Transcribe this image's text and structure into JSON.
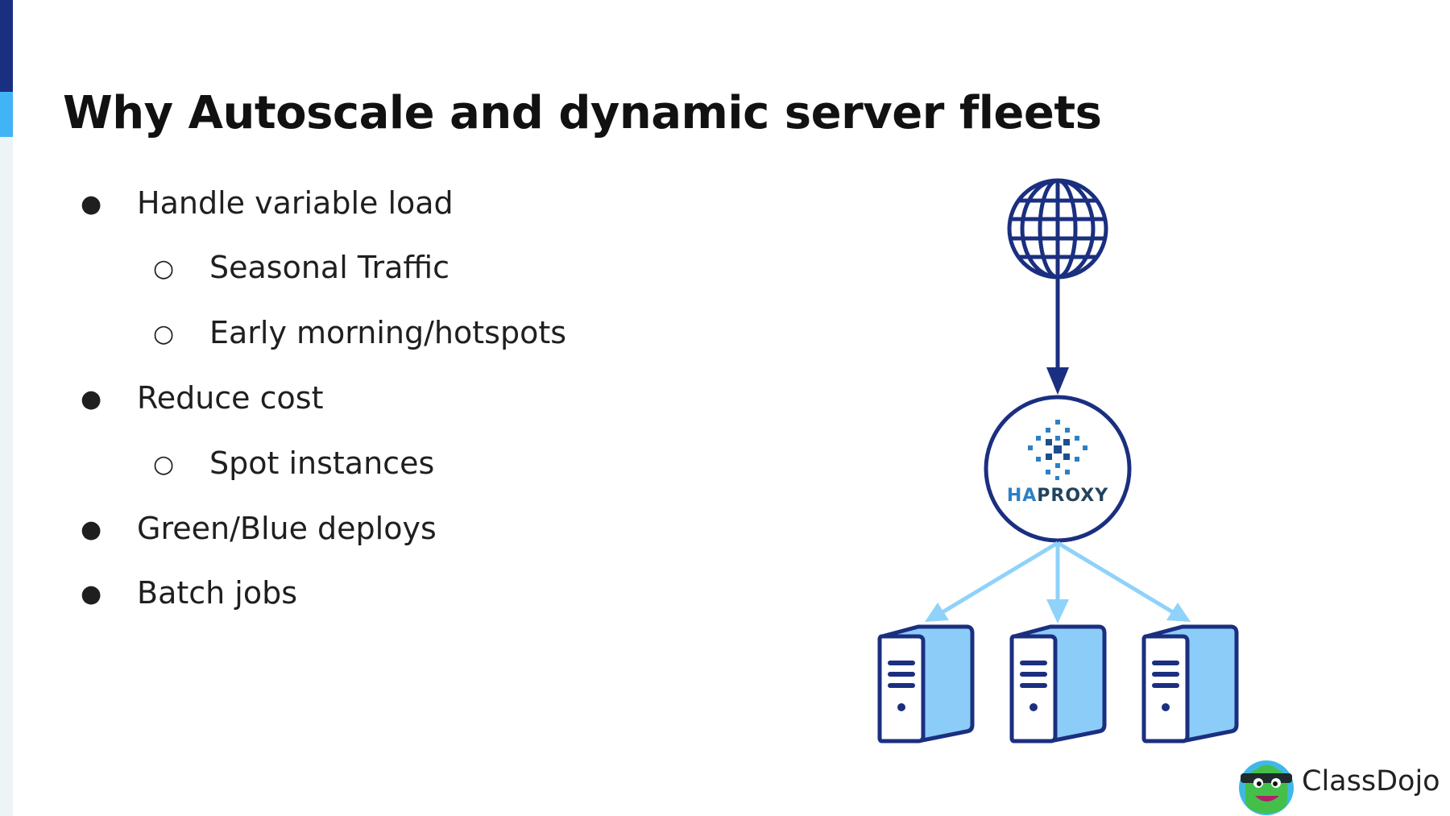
{
  "slide": {
    "title": "Why Autoscale and dynamic server fleets"
  },
  "bullets": [
    {
      "level": 1,
      "text": "Handle variable load"
    },
    {
      "level": 2,
      "text": "Seasonal Traffic"
    },
    {
      "level": 2,
      "text": "Early morning/hotspots"
    },
    {
      "level": 1,
      "text": "Reduce cost"
    },
    {
      "level": 2,
      "text": "Spot instances"
    },
    {
      "level": 1,
      "text": "Green/Blue deploys"
    },
    {
      "level": 1,
      "text": "Batch jobs"
    }
  ],
  "markers": {
    "level1": "●",
    "level2": "○"
  },
  "diagram": {
    "top_node_icon": "globe-icon",
    "load_balancer": {
      "label_prefix": "HA",
      "label_suffix": "PROXY",
      "logo_icon": "haproxy-logo-icon"
    },
    "servers": [
      {
        "icon": "server-icon"
      },
      {
        "icon": "server-icon"
      },
      {
        "icon": "server-icon"
      }
    ]
  },
  "brand": {
    "name": "ClassDojo",
    "logo_icon": "classdojo-monster-icon"
  },
  "colors": {
    "navy": "#1b2f80",
    "light_blue": "#40b4f4",
    "arrow_light": "#8fd2fa",
    "server_fill": "#8cccf8"
  }
}
